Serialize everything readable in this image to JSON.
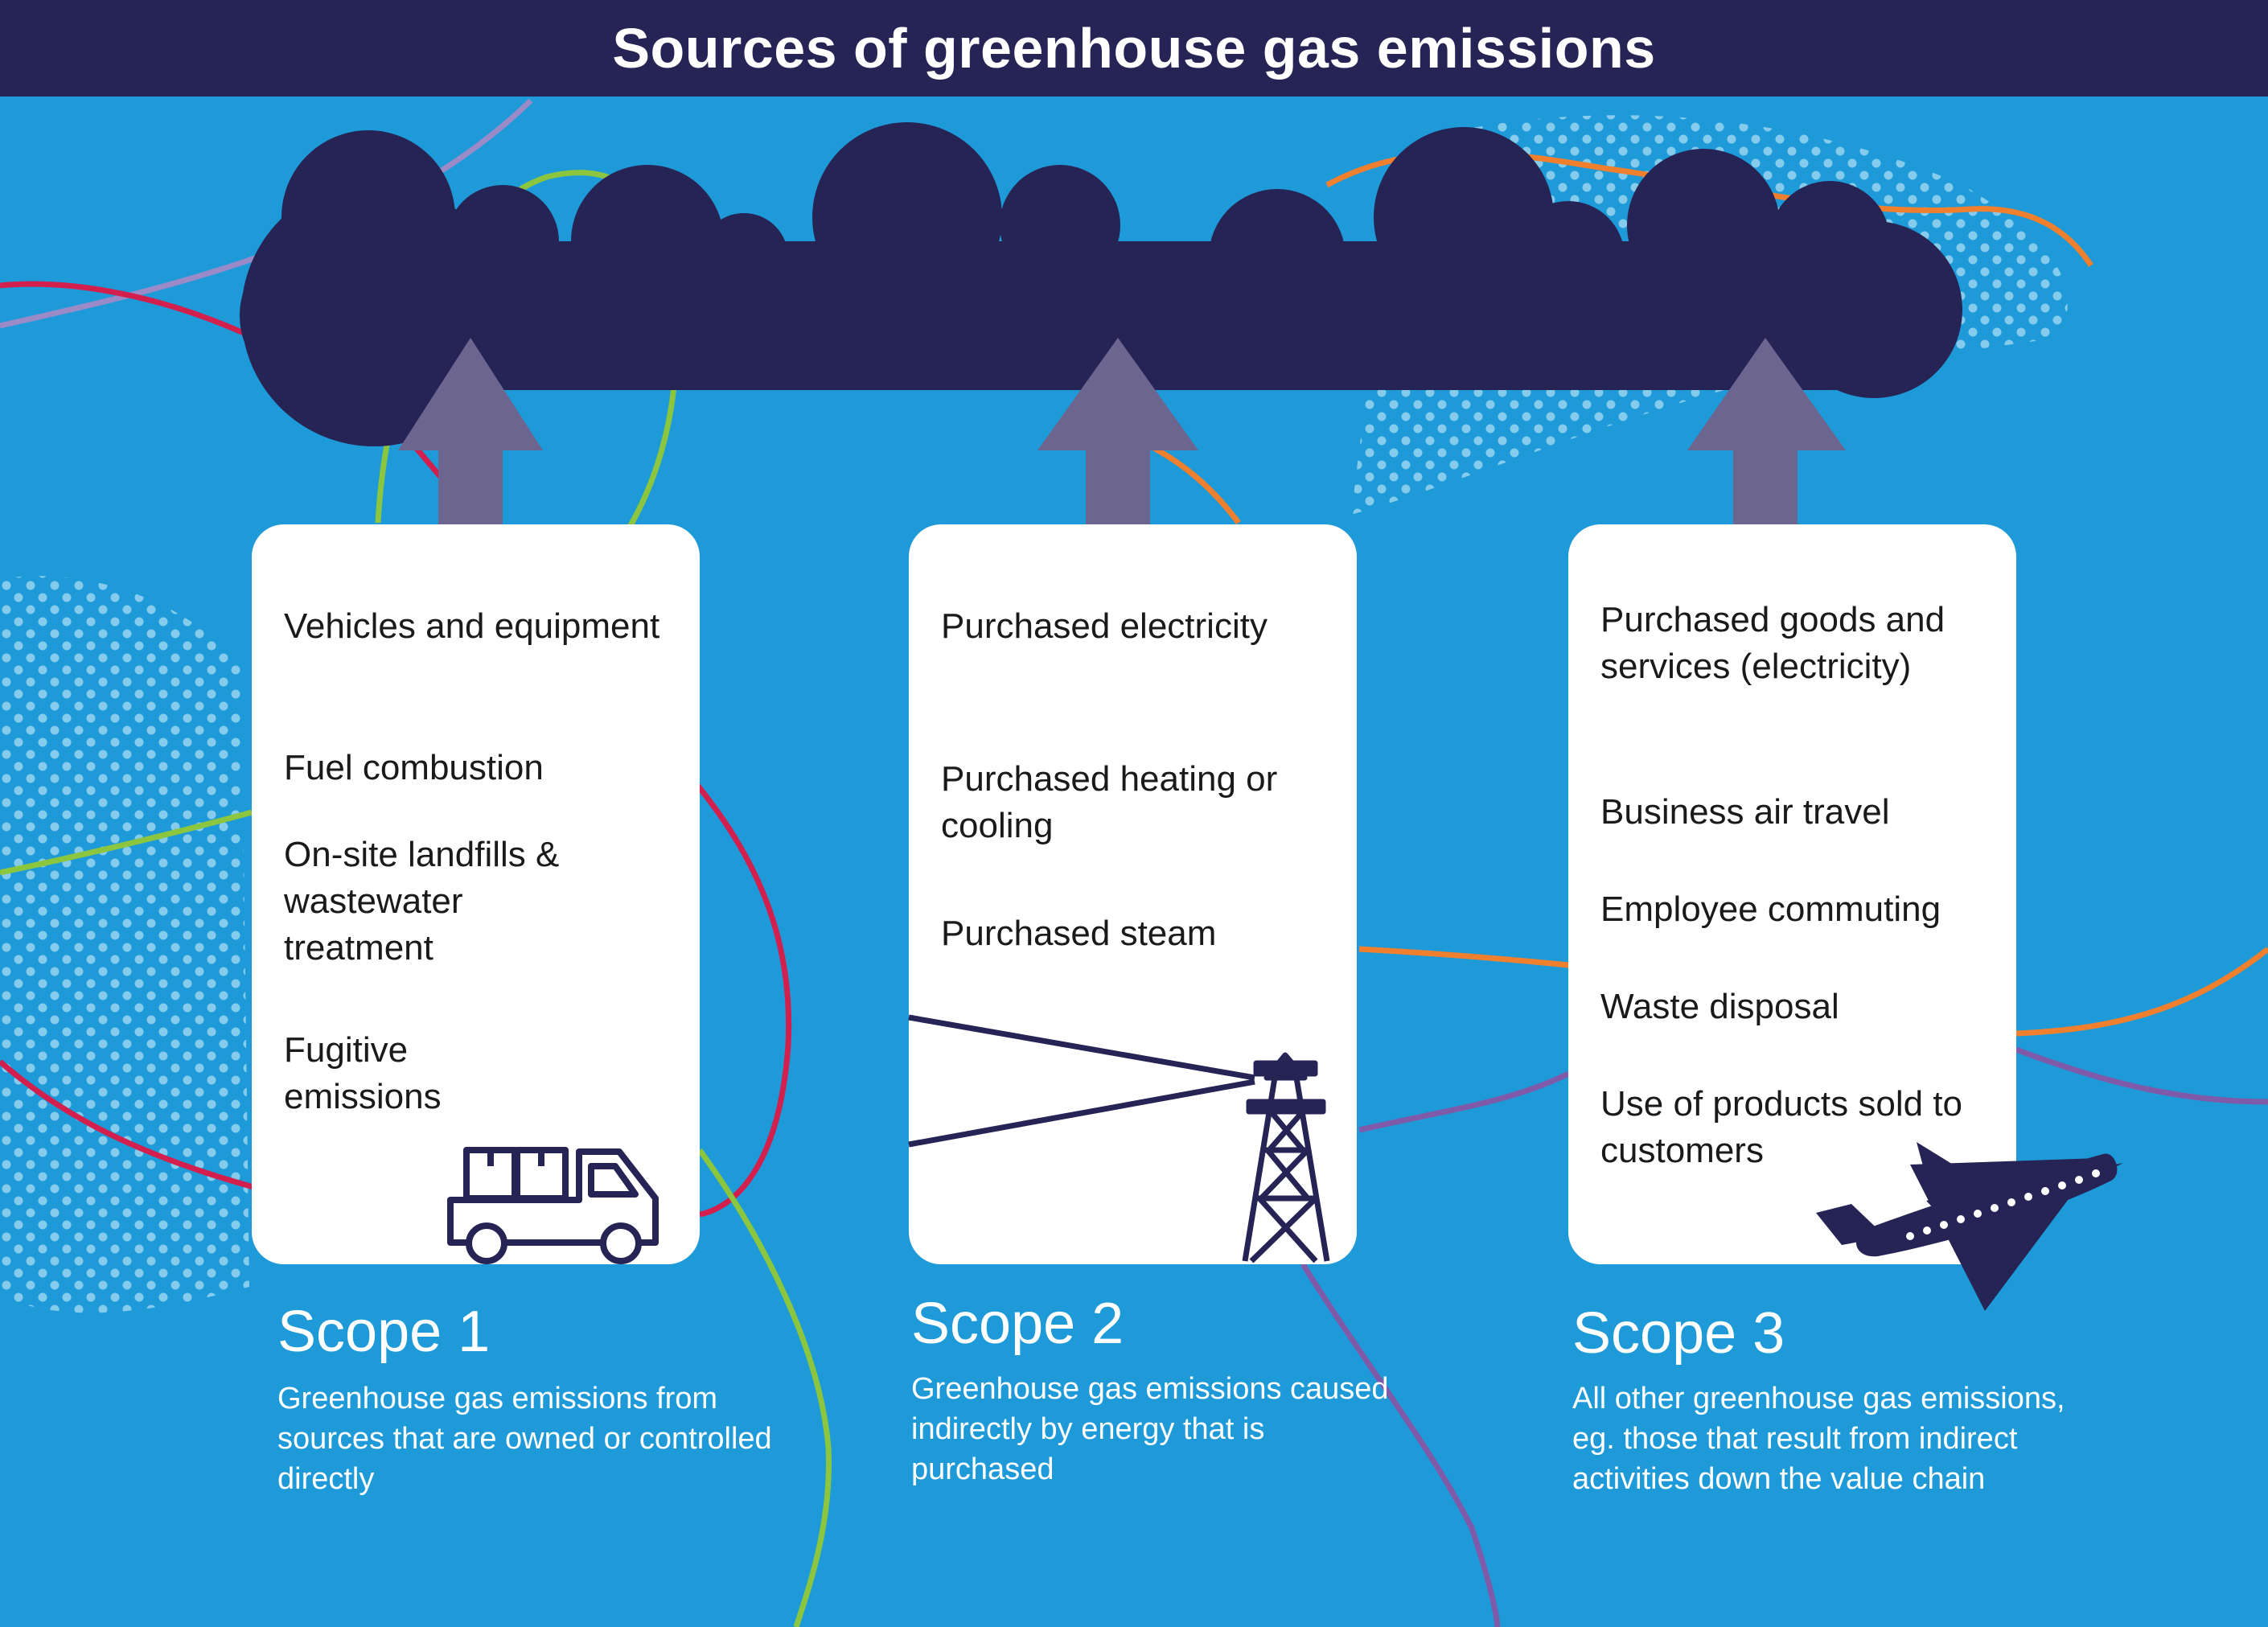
{
  "header": {
    "title": "Sources of greenhouse gas emissions"
  },
  "colors": {
    "background": "#1f9ad8",
    "dark_navy": "#262455",
    "arrow": "#6b6590",
    "card": "#ffffff",
    "line_red": "#d21f4e",
    "line_green": "#8cc63f",
    "line_purple": "#7f5aa8",
    "line_orange": "#f07f2e",
    "dots": "#8fd0ee"
  },
  "scopes": [
    {
      "title": "Scope 1",
      "items": [
        "Vehicles and equipment",
        "Fuel combustion",
        "On-site landfills & wastewater treatment",
        "Fugitive emissions"
      ],
      "description": "Greenhouse gas emissions from sources that are owned or controlled directly",
      "icon": "truck-icon"
    },
    {
      "title": "Scope 2",
      "items": [
        "Purchased electricity",
        "Purchased heating or cooling",
        "Purchased steam"
      ],
      "description": "Greenhouse gas emissions caused indirectly by energy that is purchased",
      "icon": "pylon-icon"
    },
    {
      "title": "Scope 3",
      "items": [
        "Purchased goods and services (electricity)",
        "Business air travel",
        "Employee commuting",
        "Waste disposal",
        "Use of products sold to customers"
      ],
      "description": "All other greenhouse gas emissions, eg. those that result from indirect activities down the value chain",
      "icon": "airplane-icon"
    }
  ]
}
